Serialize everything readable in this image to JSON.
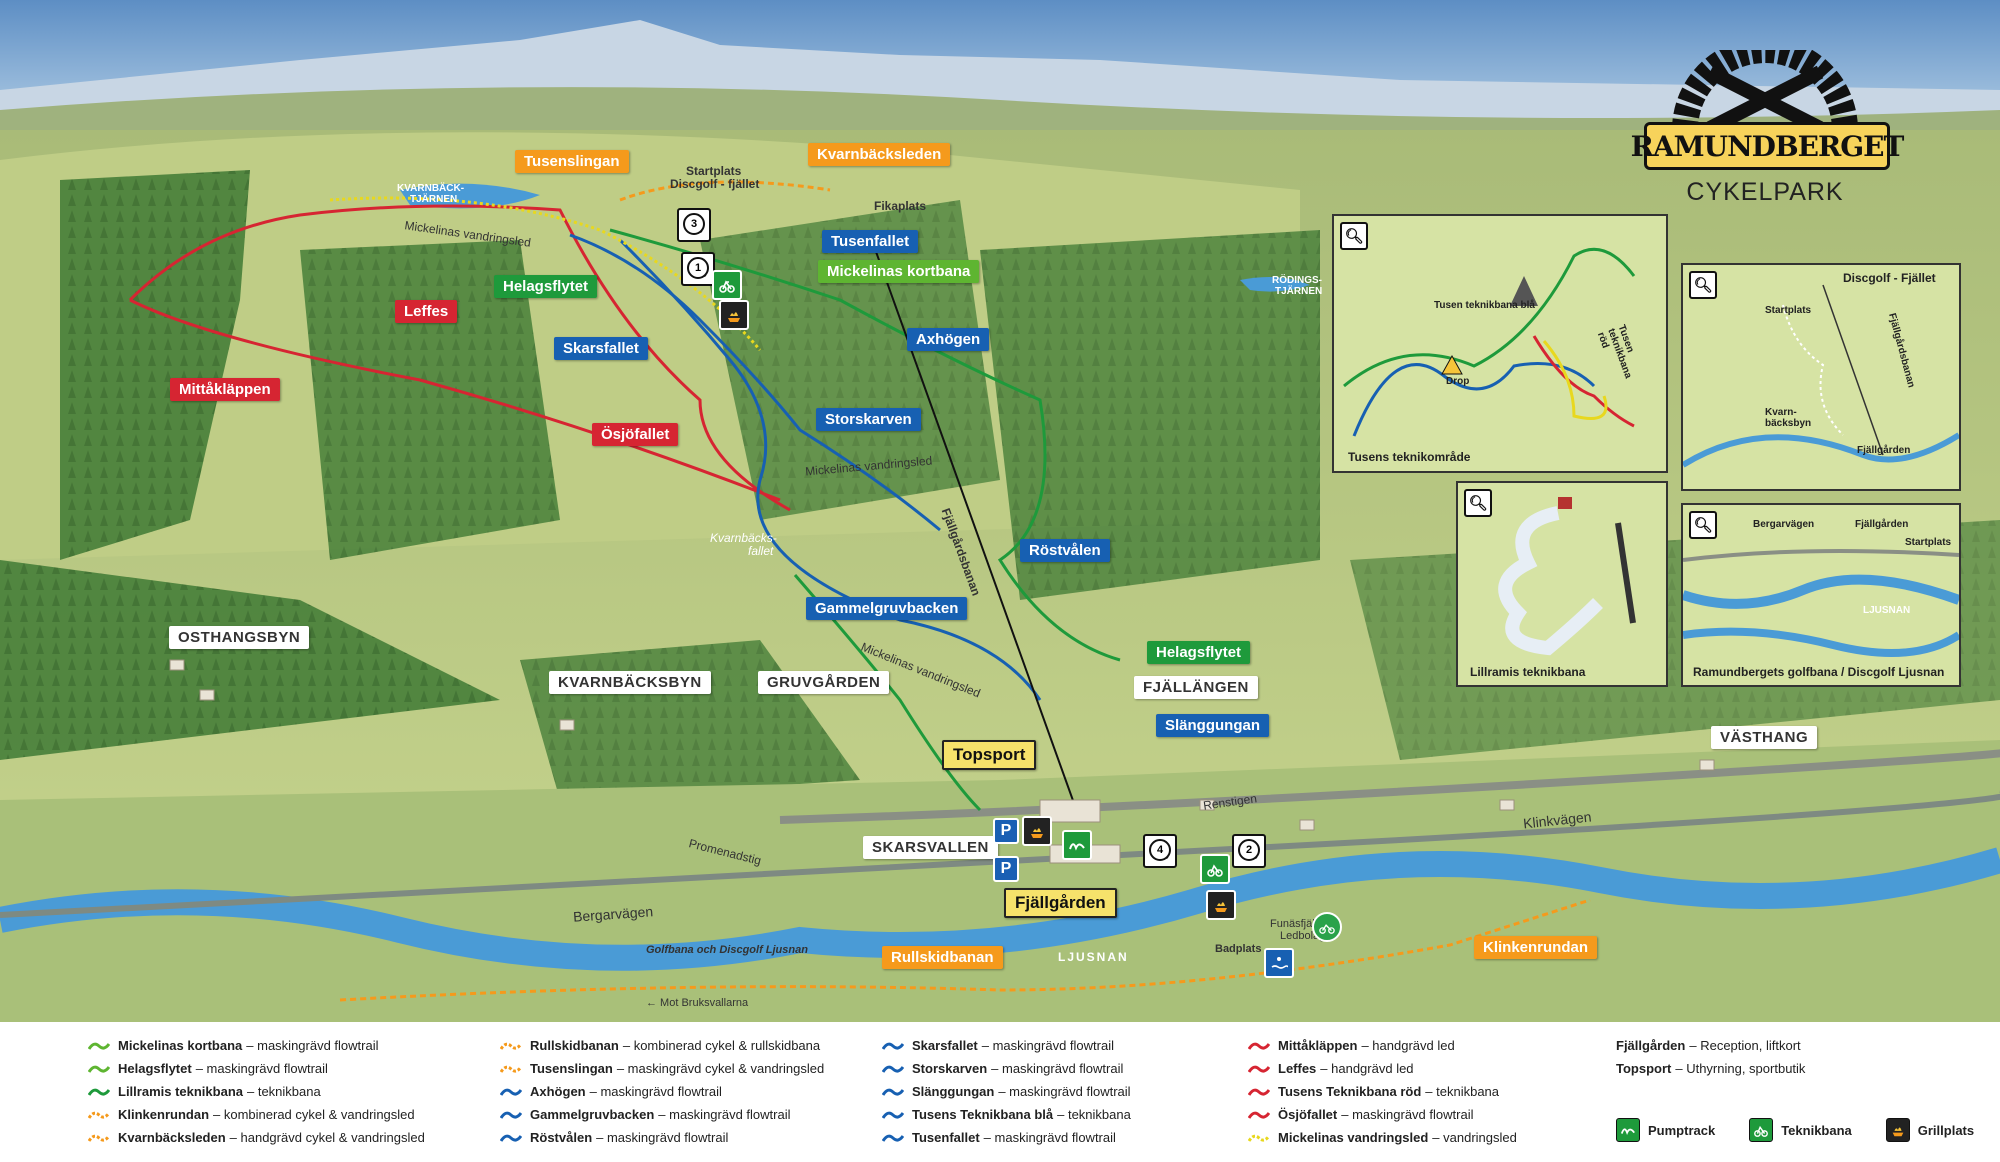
{
  "logo": {
    "name": "RAMUNDBERGET",
    "subtitle": "CYKELPARK"
  },
  "trails": {
    "tusenslingan": "Tusenslingan",
    "kvarnbacksleden": "Kvarnbäcksleden",
    "tusenfallet": "Tusenfallet",
    "mickelinas_kortbana": "Mickelinas kortbana",
    "helagsflytet_top": "Helagsflytet",
    "leffes": "Leffes",
    "skarsfallet": "Skarsfallet",
    "axhogen": "Axhögen",
    "mittaklappen": "Mittåkläppen",
    "storskarven": "Storskarven",
    "osjofallet": "Ösjöfallet",
    "rostvalen": "Röstvålen",
    "gammelgruvbacken": "Gammelgruvbacken",
    "helagsflytet_bottom": "Helagsflytet",
    "slanggungan": "Slänggungan",
    "rullskidbanan": "Rullskidbanan",
    "klinkenrundan": "Klinkenrundan"
  },
  "places": {
    "osthangsbyn": "OSTHANGSBYN",
    "kvarnbacksbyn": "KVARNBÄCKSBYN",
    "gruvgarden": "GRUVGÅRDEN",
    "fjallangen": "FJÄLLÄNGEN",
    "skarsvallen": "SKARSVALLEN",
    "vasthang": "VÄSTHANG",
    "topsport": "Topsport",
    "fjallgarden": "Fjällgården"
  },
  "map_text": {
    "startplats": "Startplats",
    "discgolf_fjallet": "Discgolf - fjället",
    "fikaplats": "Fikaplats",
    "kvarnback_tjarnen_1": "KVARNBÄCK-",
    "kvarnback_tjarnen_2": "TJÄRNEN",
    "mickelinas_vandringsled": "Mickelinas vandringsled",
    "rodings_1": "RÖDINGS-",
    "rodings_2": "TJÄRNEN",
    "kvarnbacks_fallet_1": "Kvarnbäcks-",
    "kvarnbacks_fallet_2": "fallet",
    "fjallgardsbanan": "Fjällgårdsbanan",
    "renstigen": "Renstigen",
    "klinkvagen": "Klinkvägen",
    "promenadstig": "Promenadstig",
    "bergarvagen": "Bergarvägen",
    "golfbana": "Golfbana och Discgolf Ljusnan",
    "ljusnan": "LJUSNAN",
    "mot_bruksvallarna": "← Mot Bruksvallarna",
    "badplats": "Badplats",
    "ledbolag_1": "Funäsfjällens",
    "ledbolag_2": "Ledbolag",
    "parking": "P"
  },
  "insets": {
    "tusen": {
      "num": "1",
      "title": "Tusens teknikområde",
      "blue": "Tusen teknikbana blå",
      "red": "Tusen teknikbana röd",
      "drop": "Drop"
    },
    "lillramis": {
      "num": "2",
      "title": "Lillramis teknikbana"
    },
    "discgolf": {
      "num": "3",
      "title": "Discgolf - Fjället",
      "startplats": "Startplats",
      "kvarn_1": "Kvarn-",
      "kvarn_2": "bäcksbyn",
      "fjallgarden": "Fjällgården",
      "fjallgardsbanan": "Fjällgårdsbanan"
    },
    "golf": {
      "num": "4",
      "title": "Ramundbergets golfbana / Discgolf Ljusnan",
      "bergarvagen": "Bergarvägen",
      "fjallgarden": "Fjällgården",
      "startplats": "Startplats",
      "ljusnan": "LJUSNAN"
    }
  },
  "legend": {
    "col1": [
      {
        "name": "Mickelinas kortbana",
        "desc": " – maskingrävd flowtrail",
        "color": "#5eb531"
      },
      {
        "name": "Helagsflytet",
        "desc": " – maskingrävd flowtrail",
        "color": "#5eb531"
      },
      {
        "name": "Lillramis teknikbana",
        "desc": " – teknikbana",
        "color": "#1e9a3b"
      },
      {
        "name": "Klinkenrundan",
        "desc": " – kombinerad cykel & vandringsled",
        "color": "#f59a1c"
      },
      {
        "name": "Kvarnbäcksleden",
        "desc": " – handgrävd cykel & vandringsled",
        "color": "#f59a1c"
      }
    ],
    "col2": [
      {
        "name": "Rullskidbanan",
        "desc": " – kombinerad cykel & rullskidbana",
        "color": "#f59a1c"
      },
      {
        "name": "Tusenslingan",
        "desc": " – maskingrävd cykel & vandringsled",
        "color": "#f59a1c"
      },
      {
        "name": "Axhögen",
        "desc": " – maskingrävd flowtrail",
        "color": "#1760b2"
      },
      {
        "name": "Gammelgruvbacken",
        "desc": " – maskingrävd flowtrail",
        "color": "#1760b2"
      },
      {
        "name": "Röstvålen",
        "desc": " – maskingrävd flowtrail",
        "color": "#1760b2"
      }
    ],
    "col3": [
      {
        "name": "Skarsfallet",
        "desc": " – maskingrävd flowtrail",
        "color": "#1760b2"
      },
      {
        "name": "Storskarven",
        "desc": " – maskingrävd flowtrail",
        "color": "#1760b2"
      },
      {
        "name": "Slänggungan",
        "desc": " – maskingrävd flowtrail",
        "color": "#1760b2"
      },
      {
        "name": "Tusens Teknikbana blå",
        "desc": " – teknikbana",
        "color": "#1760b2"
      },
      {
        "name": "Tusenfallet",
        "desc": " – maskingrävd flowtrail",
        "color": "#1760b2"
      }
    ],
    "col4": [
      {
        "name": "Mittåkläppen",
        "desc": " – handgrävd led",
        "color": "#d62532"
      },
      {
        "name": "Leffes",
        "desc": " – handgrävd led",
        "color": "#d62532"
      },
      {
        "name": "Tusens Teknikbana röd",
        "desc": " – teknikbana",
        "color": "#d62532"
      },
      {
        "name": "Ösjöfallet",
        "desc": " – maskingrävd flowtrail",
        "color": "#d62532"
      },
      {
        "name": "Mickelinas vandringsled",
        "desc": " – vandringsled",
        "color": "#e8d81e"
      }
    ],
    "col5": [
      {
        "name": "Fjällgården",
        "desc": " – Reception, liftkort"
      },
      {
        "name": "Topsport",
        "desc": " – Uthyrning, sportbutik"
      }
    ],
    "icons": {
      "pumptrack": "Pumptrack",
      "teknikbana": "Teknikbana",
      "grillplats": "Grillplats"
    }
  }
}
